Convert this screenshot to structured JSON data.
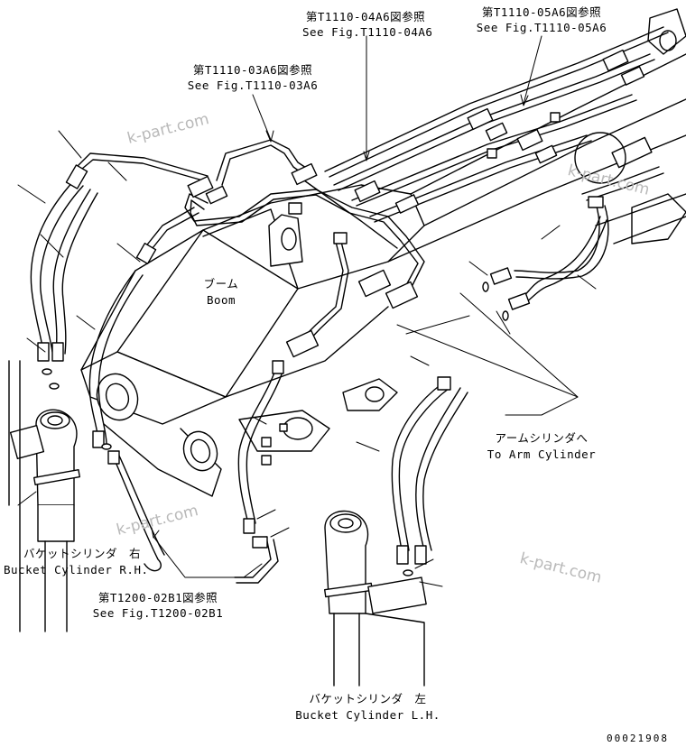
{
  "references": {
    "fig_04a6": {
      "jp": "第T1110-04A6図参照",
      "en": "See Fig.T1110-04A6"
    },
    "fig_05a6": {
      "jp": "第T1110-05A6図参照",
      "en": "See Fig.T1110-05A6"
    },
    "fig_03a6": {
      "jp": "第T1110-03A6図参照",
      "en": "See Fig.T1110-03A6"
    },
    "fig_02b1": {
      "jp": "第T1200-02B1図参照",
      "en": "See Fig.T1200-02B1"
    }
  },
  "parts": {
    "boom": {
      "jp": "ブーム",
      "en": "Boom"
    },
    "arm_cylinder": {
      "jp": "アームシリンダへ",
      "en": "To Arm Cylinder"
    },
    "bucket_cylinder_rh": {
      "jp": "バケットシリンダ　右",
      "en": "Bucket Cylinder R.H."
    },
    "bucket_cylinder_lh": {
      "jp": "バケットシリンダ　左",
      "en": "Bucket Cylinder L.H."
    }
  },
  "watermark": "k-part.com",
  "drawing_code": "00021908"
}
